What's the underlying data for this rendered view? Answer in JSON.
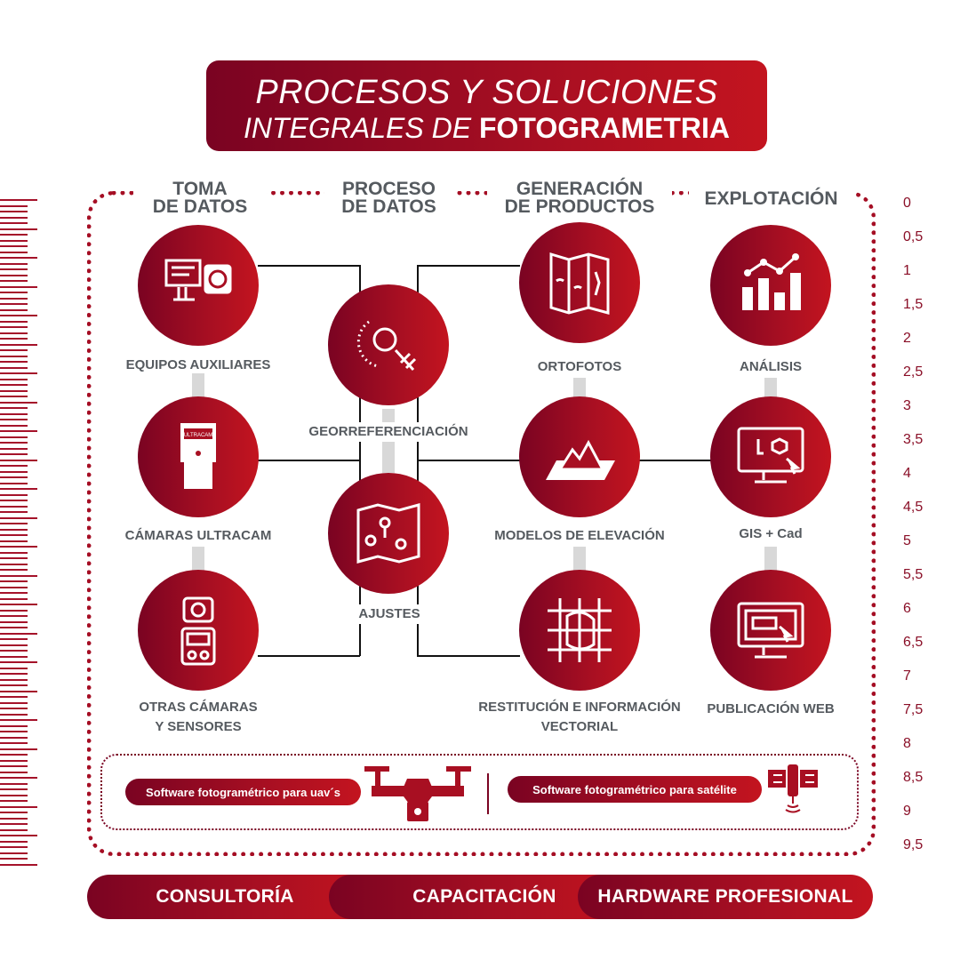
{
  "title": {
    "line1": "PROCESOS Y SOLUCIONES",
    "line2_prefix": "INTEGRALES DE ",
    "line2_bold": "FOTOGRAMETRIA"
  },
  "columns": [
    {
      "l1": "TOMA",
      "l2": "DE DATOS"
    },
    {
      "l1": "PROCESO",
      "l2": "DE DATOS"
    },
    {
      "l1": "GENERACIÓN",
      "l2": "DE PRODUCTOS"
    },
    {
      "l1": "EXPLOTACIÓN",
      "l2": ""
    }
  ],
  "nodes": {
    "equipos": "EQUIPOS AUXILIARES",
    "camaras": "CÁMARAS ULTRACAM",
    "camera_brand": "ULTRACAM",
    "otras1": "OTRAS CÁMARAS",
    "otras2": "Y SENSORES",
    "georef": "GEORREFERENCIACIÓN",
    "ajustes": "AJUSTES",
    "ortofotos": "ORTOFOTOS",
    "modelos": "MODELOS DE ELEVACIÓN",
    "restitucion1": "RESTITUCIÓN E INFORMACIÓN",
    "restitucion2": "VECTORIAL",
    "analisis": "ANÁLISIS",
    "gis": "GIS + Cad",
    "publicacion": "PUBLICACIÓN WEB"
  },
  "software": {
    "uav": "Software fotogramétrico para uav´s",
    "satelite": "Software fotogramétrico para satélite"
  },
  "services": [
    "CONSULTORÍA",
    "CAPACITACIÓN",
    "HARDWARE PROFESIONAL"
  ],
  "scale": [
    "0",
    "0,5",
    "1",
    "1,5",
    "2",
    "2,5",
    "3",
    "3,5",
    "4",
    "4,5",
    "5",
    "5,5",
    "6",
    "6,5",
    "7",
    "7,5",
    "8",
    "8,5",
    "9",
    "9,5"
  ],
  "colors": {
    "accent": "#a80f22",
    "dark": "#7a0322",
    "text": "#555a5f"
  }
}
